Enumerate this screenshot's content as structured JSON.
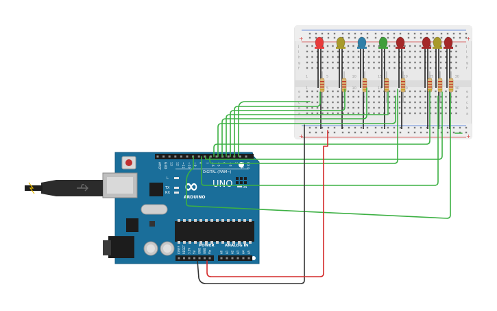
{
  "board": {
    "logo_symbol": "∞",
    "model": "UNO",
    "brand": "ARDUINO",
    "digital_label": "DIGITAL (PWM~)",
    "power_label": "POWER",
    "analog_label": "ANALOG IN",
    "on_label": "ON",
    "led_l": "L",
    "led_tx": "TX",
    "led_rx": "RX",
    "icsp": "ICSP",
    "digital_pins": [
      "AREF",
      "GND",
      "13",
      "12",
      "~11",
      "~10",
      "~9",
      "8",
      "7",
      "~6",
      "~5",
      "4",
      "~3",
      "2",
      "TX 1",
      "RX 0"
    ],
    "power_pins": [
      "IOREF",
      "RESET",
      "3.3V",
      "5V",
      "GND",
      "GND",
      "Vin"
    ],
    "analog_pins": [
      "A0",
      "A1",
      "A2",
      "A3",
      "A4",
      "A5"
    ]
  },
  "breadboard": {
    "columns": [
      "1",
      "5",
      "10",
      "15",
      "20",
      "25",
      "30"
    ],
    "rows_top": [
      "j",
      "i",
      "h",
      "g",
      "f"
    ],
    "rows_bottom": [
      "e",
      "d",
      "c",
      "b",
      "a"
    ],
    "rail_plus": "+",
    "rail_minus": "−"
  },
  "leds": [
    {
      "name": "led-red-1",
      "color": "#e83a3a"
    },
    {
      "name": "led-yellow-1",
      "color": "#a89a2a"
    },
    {
      "name": "led-blue",
      "color": "#2f7fa8"
    },
    {
      "name": "led-green",
      "color": "#3f9e3a"
    },
    {
      "name": "led-red-2",
      "color": "#a52828"
    },
    {
      "name": "led-red-3",
      "color": "#a52828"
    },
    {
      "name": "led-yellow-2",
      "color": "#a89a2a"
    },
    {
      "name": "led-red-4",
      "color": "#a52828"
    }
  ],
  "colors": {
    "board": "#1a6e9a",
    "wire_green": "#3cb043",
    "wire_red": "#d42a2a",
    "wire_black": "#333333"
  }
}
